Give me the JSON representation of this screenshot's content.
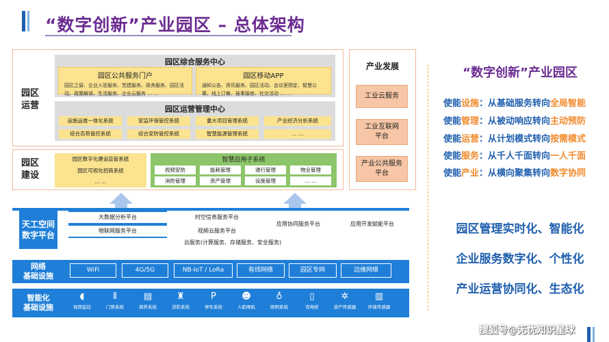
{
  "title": "“数字创新”产业园区 – 总体架构",
  "yunying": {
    "label": "园区\n运营",
    "service_center": {
      "title": "园区综合服务中心",
      "portal": {
        "title": "园区公共服务门户",
        "text": "园区之窗、企业入驻服务、党建服务、政务服务、园区活动、政策解读、生活服务、企业云服务 … …"
      },
      "mobile": {
        "title": "园区移动APP",
        "text": "通知公告、资讯服务、园区活动、会议室预定、智慧公寓、线上订餐、报事报修、社交活动 … …"
      }
    },
    "ops_center": {
      "title": "园区运营管理中心",
      "items": [
        "设施运维一体化系统",
        "安监环保管控系统",
        "重大项目管理系统",
        "产业经济分析系统",
        "综合态势管控系统",
        "综合安防管控系统",
        "智慧能源管理系统",
        "… …"
      ]
    }
  },
  "chanye": {
    "title": "产业发展",
    "items": [
      "工业云服务",
      "工业互联网\n平台",
      "产业公共服务\n平台"
    ]
  },
  "jianshe": {
    "label": "园区\n建设",
    "yellow_items": [
      "园区数字化建设监管系统",
      "园区可视化招商系统",
      "… …"
    ],
    "smart_app": {
      "title": "智慧应用子系统",
      "items": [
        "视频安防",
        "能耗管理",
        "通行管理",
        "物业管理",
        "消防管理",
        "资产管理",
        "设施管理",
        "… …"
      ]
    }
  },
  "platform": {
    "label": "天工空间\n数字平台",
    "left_items": [
      "大数据分析平台",
      "物联网服务平台"
    ],
    "mid_items": [
      "时空信息服务平台",
      "视频云服务平台"
    ],
    "right_items": [
      "应用协同服务平台",
      "应用开发赋能平台"
    ],
    "cloud": "云服务(计算服务、存储服务、安全服务)"
  },
  "network": {
    "label": "网络\n基础设施",
    "items": [
      "WiFi",
      "4G/5G",
      "NB-IoT / LoRa",
      "有线网络",
      "园区专网",
      "边缘网络"
    ]
  },
  "devices": {
    "label": "智能化\n基础设施",
    "items": [
      {
        "icon": "camera-icon",
        "glyph": "◖",
        "label": "视频监控"
      },
      {
        "icon": "gate-icon",
        "glyph": "⫴",
        "label": "门禁系统"
      },
      {
        "icon": "perimeter-icon",
        "glyph": "▤",
        "label": "周界系统"
      },
      {
        "icon": "fire-icon",
        "glyph": "♜",
        "label": "消防系统"
      },
      {
        "icon": "parking-icon",
        "glyph": "P",
        "label": "停车系统"
      },
      {
        "icon": "face-gate-icon",
        "glyph": "☻",
        "label": "人脸闸机"
      },
      {
        "icon": "lighting-icon",
        "glyph": "♁",
        "label": "照明系统"
      },
      {
        "icon": "charger-icon",
        "glyph": "▯",
        "label": "充电桩"
      },
      {
        "icon": "sensor-icon",
        "glyph": "✲",
        "label": "资产传感器"
      },
      {
        "icon": "env-sensor-icon",
        "glyph": "▥",
        "label": "环境传感器"
      }
    ]
  },
  "right": {
    "title": "“数字创新”产业园区",
    "lines": [
      {
        "a": "使能",
        "b": "设施",
        "c": "：从基础服务转向",
        "d": "全局智能"
      },
      {
        "a": "使能",
        "b": "管理",
        "c": "：从被动响应转向",
        "d": "主动预防"
      },
      {
        "a": "使能",
        "b": "运营",
        "c": "：从计划模式转向",
        "d": "按需模式"
      },
      {
        "a": "使能",
        "b": "服务",
        "c": "：从千人千面转向",
        "d": "一人千面"
      },
      {
        "a": "使能",
        "b": "产业",
        "c": "：从横向聚集转向",
        "d": "数字协同"
      }
    ],
    "bigs": [
      "园区管理实时化、智能化",
      "企业服务数字化、个性化",
      "产业运营协同化、生态化"
    ]
  },
  "watermark": "搜狐号@无忧知识星球",
  "colors": {
    "purple": "#6b2c91",
    "blue": "#1f7fd8",
    "orange": "#f08a2c",
    "yellow": "#fbe38f",
    "green": "#8dc56a"
  }
}
